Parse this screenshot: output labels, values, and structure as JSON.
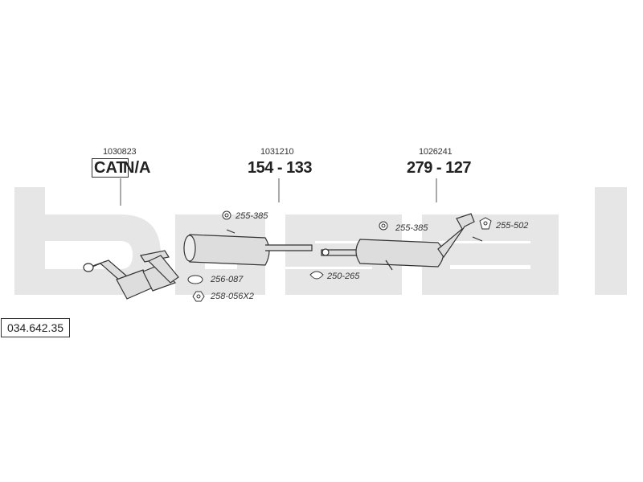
{
  "watermark_text": "bosal",
  "catalog_code": "034.642.35",
  "sections": [
    {
      "ref_no": "1030823",
      "cat_label": "CAT",
      "cat_value": "N/A"
    },
    {
      "ref_no": "1031210",
      "part_no": "154 - 133"
    },
    {
      "ref_no": "1026241",
      "part_no": "279 - 127"
    }
  ],
  "accessories": [
    {
      "code": "255-385"
    },
    {
      "code": "256-087"
    },
    {
      "code": "258-056X2"
    },
    {
      "code": "255-385"
    },
    {
      "code": "250-265"
    },
    {
      "code": "255-502"
    }
  ],
  "colors": {
    "watermark": "#e6e6e6",
    "line": "#333333",
    "part_fill": "#dddddd"
  }
}
